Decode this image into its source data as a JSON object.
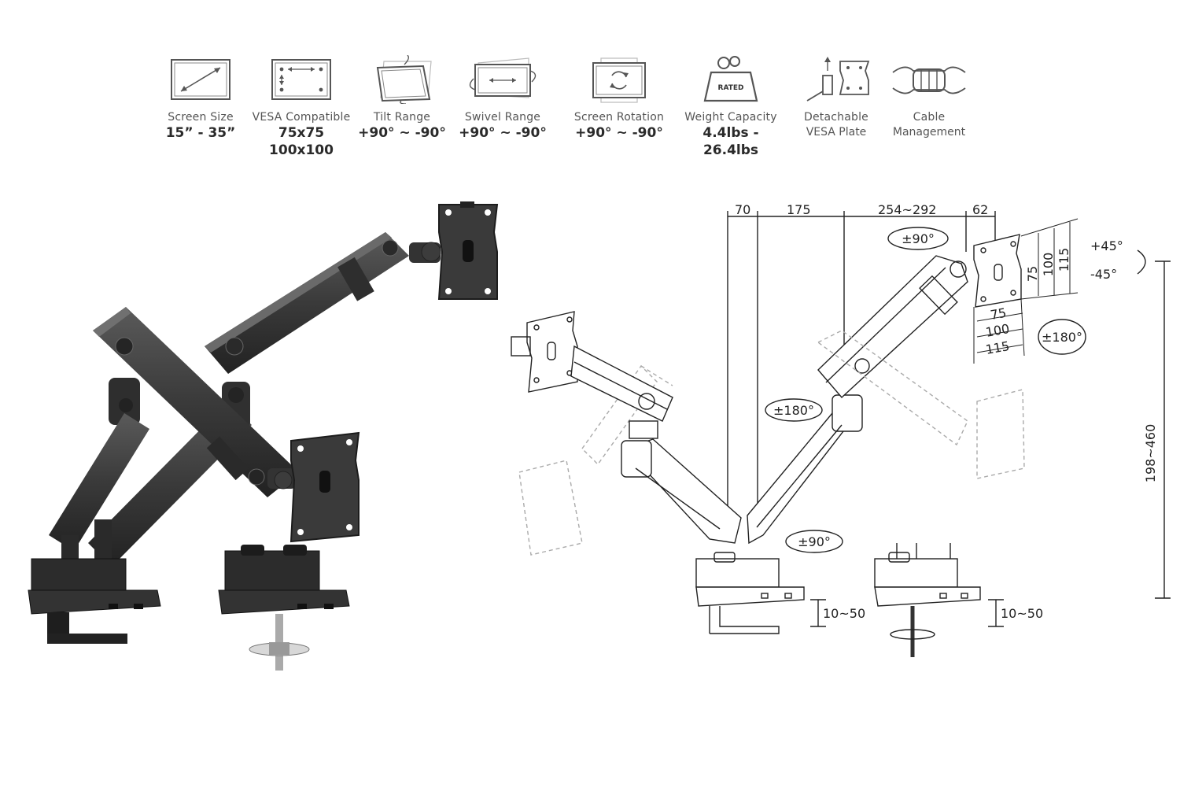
{
  "specs": [
    {
      "label": "Screen Size",
      "value": "15” - 35”",
      "icon": "screen-size-icon"
    },
    {
      "label": "VESA Compatible",
      "value": "75x75 100x100",
      "icon": "vesa-icon"
    },
    {
      "label": "Tilt Range",
      "value": "+90° ~ -90°",
      "icon": "tilt-icon"
    },
    {
      "label": "Swivel Range",
      "value": "+90° ~ -90°",
      "icon": "swivel-icon"
    },
    {
      "label": "Screen Rotation",
      "value": "+90° ~ -90°",
      "icon": "rotation-icon"
    },
    {
      "label": "Weight Capacity",
      "value": "4.4lbs - 26.4lbs",
      "icon": "weight-icon",
      "badge": "RATED"
    },
    {
      "label": "Detachable",
      "label2": "VESA Plate",
      "icon": "detachable-plate-icon"
    },
    {
      "label": "Cable",
      "label2": "Management",
      "icon": "cable-icon"
    }
  ],
  "dimensions": {
    "top": [
      "70",
      "175",
      "254~292",
      "62"
    ],
    "height": "198~460",
    "clamp_left": "10~50",
    "clamp_right": "10~50",
    "plate_right": [
      "75",
      "100",
      "115"
    ],
    "plate_bottom": [
      "75",
      "100",
      "115"
    ],
    "tilt_up": "+45°",
    "tilt_down": "-45°",
    "rot_head": "±180°",
    "rot_upper": "±90°",
    "rot_mid": "±180°",
    "rot_lower": "±90°"
  }
}
